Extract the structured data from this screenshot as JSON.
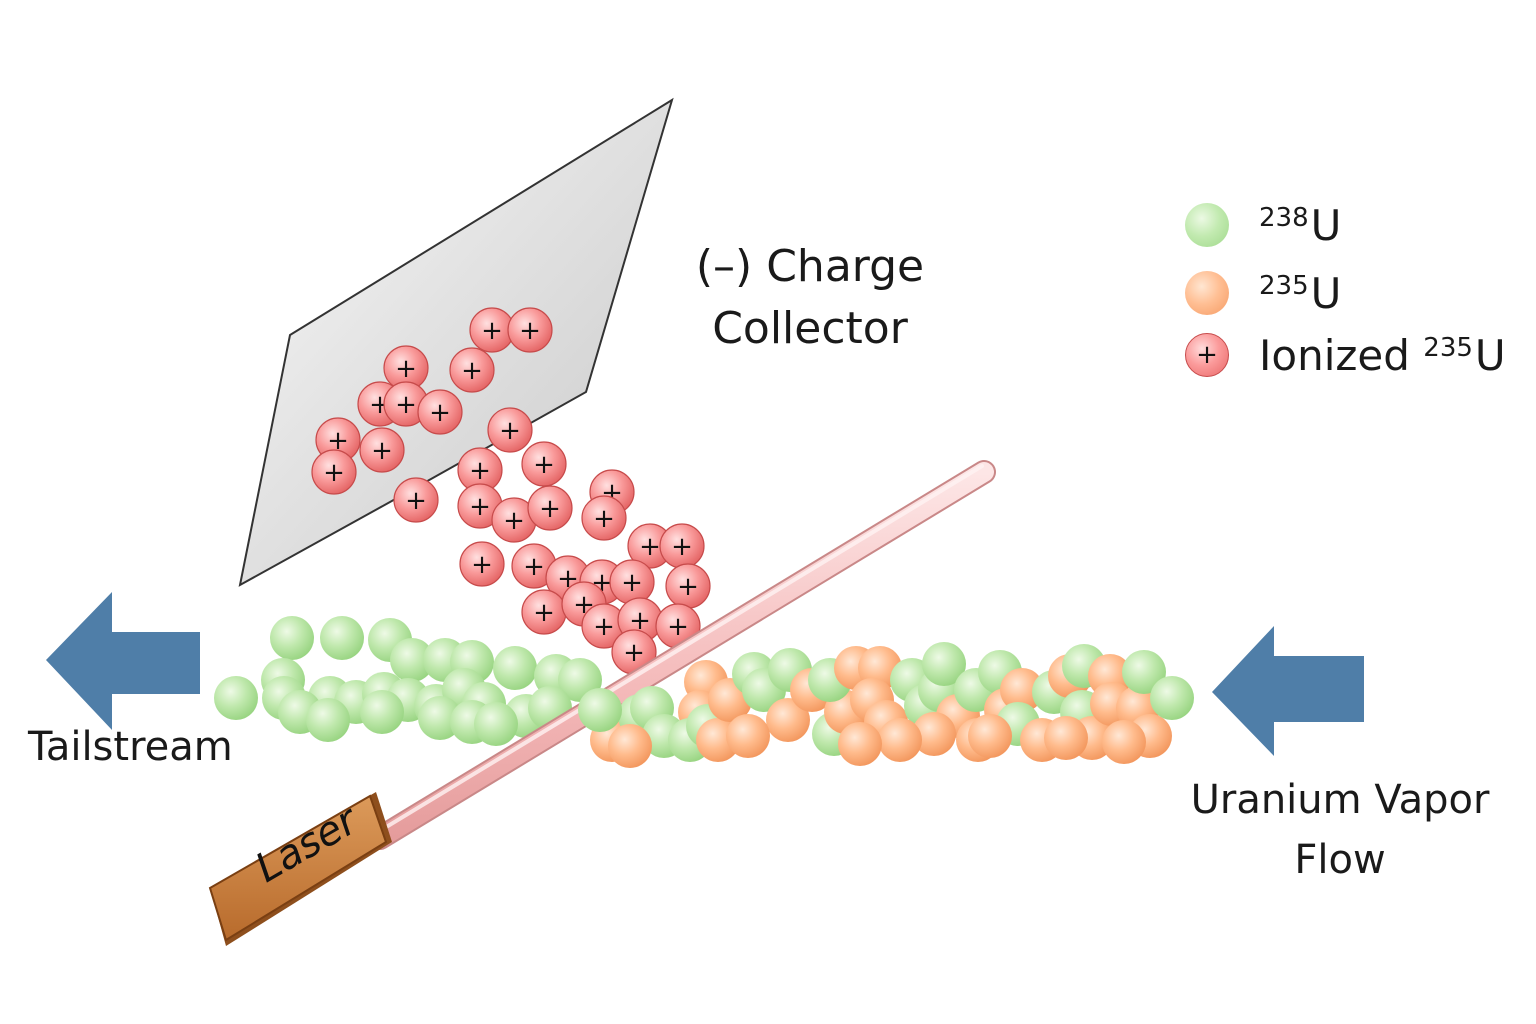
{
  "labels": {
    "collector_line1": "(–) Charge",
    "collector_line2": "Collector",
    "tailstream": "Tailstream",
    "flow_line1": "Uranium Vapor",
    "flow_line2": "Flow",
    "laser": "Laser"
  },
  "legend": [
    {
      "mass": "238",
      "prefix": "",
      "element": "U",
      "kind": "green"
    },
    {
      "mass": "235",
      "prefix": "",
      "element": "U",
      "kind": "orange"
    },
    {
      "mass": "235",
      "prefix": "Ionized ",
      "element": "U",
      "kind": "red",
      "symbol": "+"
    }
  ],
  "colors": {
    "green_atom": "#b8e6a4",
    "orange_atom": "#ffb07f",
    "ion": "#f47f7f",
    "arrow": "#4f7ea8",
    "laser_beam": "#f7c4c4",
    "laser_body": "#c77c3c",
    "collector": "#d8d8d8"
  },
  "ion_symbol": "+"
}
